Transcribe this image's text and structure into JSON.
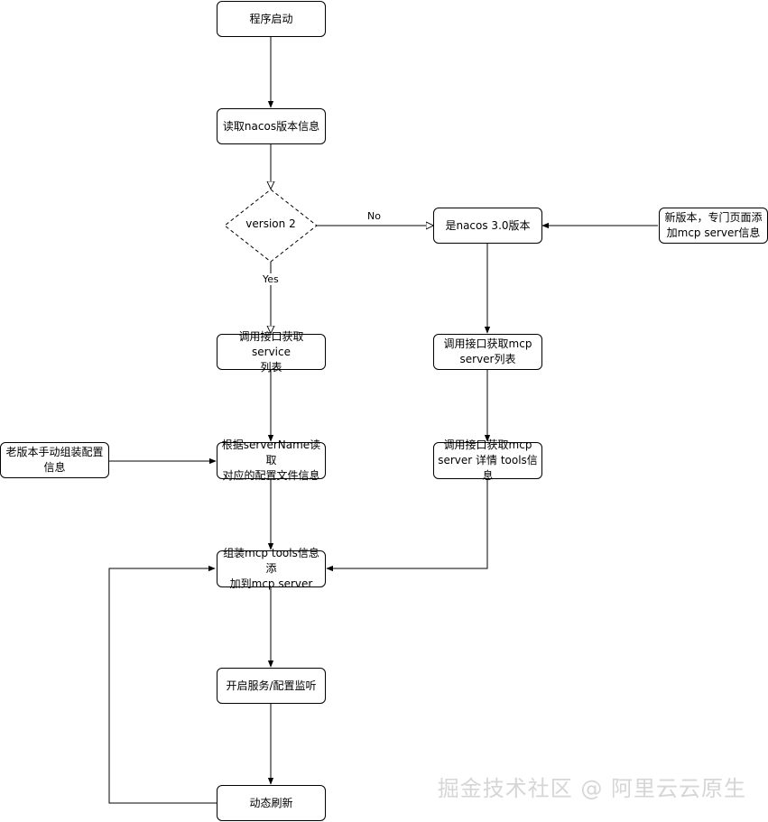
{
  "nodes": {
    "start": "程序启动",
    "read_version": "读取nacos版本信息",
    "decision": "version 2",
    "is_v3": "是nacos 3.0版本",
    "new_version_note": "新版本，专门页面添\n加mcp server信息",
    "call_service_list": "调用接口获取service\n列表",
    "call_mcp_list": "调用接口获取mcp\nserver列表",
    "old_version_note": "老版本手动组装配置\n信息",
    "read_config": "根据serverName读取\n对应的配置文件信息",
    "mcp_detail": "调用接口获取mcp\nserver 详情 tools信息",
    "assemble": "组装mcp tools信息添\n加到mcp server",
    "start_service": "开启服务/配置监听",
    "refresh": "动态刷新"
  },
  "edge_labels": {
    "no": "No",
    "yes": "Yes"
  },
  "watermark": "掘金技术社区 @ 阿里云云原生"
}
